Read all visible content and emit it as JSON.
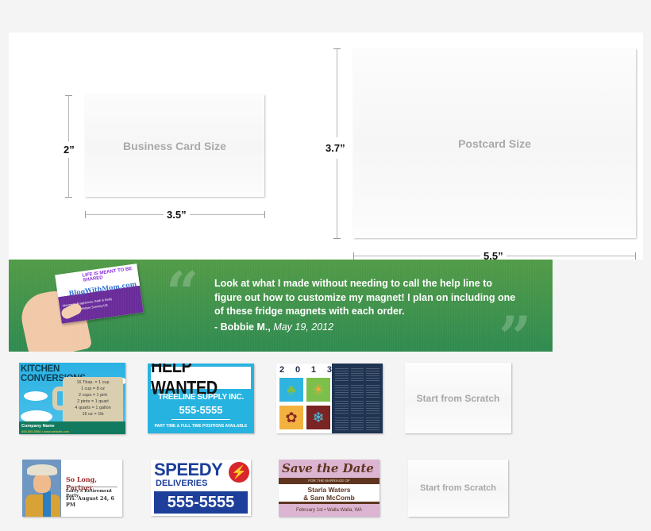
{
  "sizes": {
    "business_card": {
      "label": "Business Card Size",
      "height_label": "2”",
      "width_label": "3.5”"
    },
    "postcard": {
      "label": "Postcard Size",
      "height_label": "3.7”",
      "width_label": "5.5”"
    }
  },
  "testimonial": {
    "open_quote": "“",
    "close_quote": "”",
    "text": "Look at what I made without needing to call the help line to figure out how to customize my magnet! I plan on including one of these fridge magnets with each order.",
    "author": "- Bobbie M.,",
    "date": "May 19, 2012",
    "card": {
      "line1": "LIFE IS MEANT TO BE SHARED",
      "line2": "BlogWithMom.com",
      "line3": "Warmers, Fragrances, Bath & Body",
      "line4": "http://BlogWithMom.Scentsy.US"
    },
    "colors": {
      "banner_top": "#529b47",
      "banner_bottom": "#2f8a50"
    }
  },
  "templates": {
    "row1": [
      {
        "name": "kitchen-conversions",
        "title": "KITCHEN CONVERSIONS",
        "lines": [
          "16 Tbsp. = 1 cup",
          "1 cup = 8 oz",
          "2 cups = 1 pint",
          "2 pints = 1 quart",
          "4 quarts = 1 gallon",
          "16 oz = 1lb"
        ],
        "company": "Company Name",
        "contact": "555.555.5555 • www.website.com"
      },
      {
        "name": "help-wanted",
        "title": "HELP WANTED",
        "company": "TREELINE SUPPLY INC.",
        "phone": "555-5555",
        "footer": "PART TIME & FULL TIME POSITIONS AVAILABLE"
      },
      {
        "name": "calendar-2013",
        "year": [
          "2",
          "0",
          "1",
          "3"
        ]
      },
      {
        "name": "start-from-scratch",
        "label": "Start from Scratch"
      }
    ],
    "row2": [
      {
        "name": "so-long-partner",
        "title": "So Long, Partner",
        "subtitle": "Larry's Retirement Party",
        "date": "Fri. August 24, 6 PM"
      },
      {
        "name": "speedy-deliveries",
        "title": "SPEEDY",
        "subtitle": "DELIVERIES",
        "phone": "555-5555"
      },
      {
        "name": "save-the-date",
        "title": "Save the Date",
        "band": "FOR THE MARRIAGE OF",
        "name1": "Starla Waters",
        "name2": "& Sam McComb",
        "footer": "February 1st • Walla Walla, WA"
      },
      {
        "name": "start-from-scratch",
        "label": "Start from Scratch"
      }
    ]
  }
}
